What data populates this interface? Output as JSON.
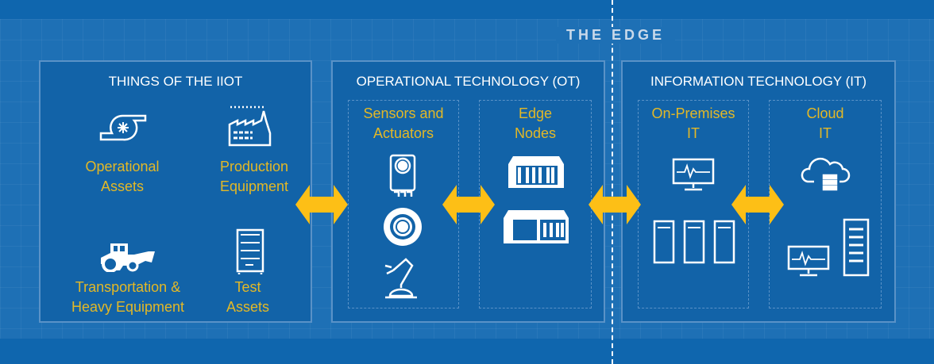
{
  "edge_label": "THE EDGE",
  "things": {
    "title": "THINGS OF THE IIOT",
    "items": [
      {
        "line1": "Operational",
        "line2": "Assets",
        "icon": "turbine-icon"
      },
      {
        "line1": "Production",
        "line2": "Equipment",
        "icon": "factory-icon"
      },
      {
        "line1": "Transportation &",
        "line2": "Heavy Equipment",
        "icon": "tractor-icon"
      },
      {
        "line1": "Test",
        "line2": "Assets",
        "icon": "test-rack-icon"
      }
    ]
  },
  "ot": {
    "title": "OPERATIONAL TECHNOLOGY (OT)",
    "sensors": {
      "line1": "Sensors and",
      "line2": "Actuators"
    },
    "edge_nodes": {
      "line1": "Edge",
      "line2": "Nodes"
    }
  },
  "it": {
    "title": "INFORMATION TECHNOLOGY (IT)",
    "onprem": {
      "line1": "On-Premises",
      "line2": "IT"
    },
    "cloud": {
      "line1": "Cloud",
      "line2": "IT"
    }
  },
  "colors": {
    "arrow": "#fdbf16",
    "label": "#e3b826",
    "box": "#1263a8"
  }
}
